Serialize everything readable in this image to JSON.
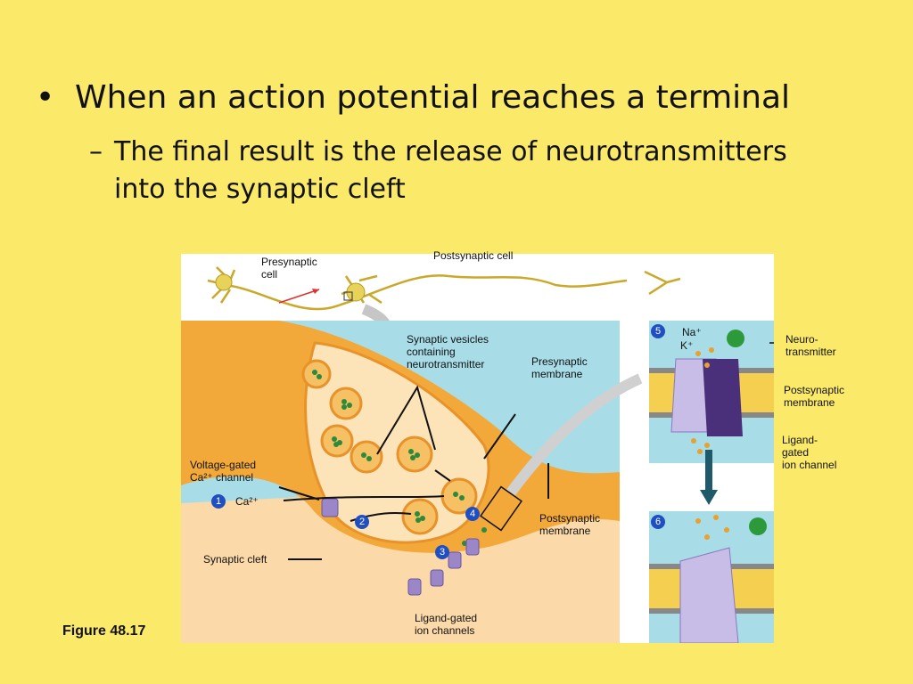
{
  "slide": {
    "bullet_marker": "•",
    "bullet": "When an action potential reaches a terminal",
    "sub_marker": "–",
    "sub_bullet": "The final result is the release of neurotransmitters into the synaptic cleft"
  },
  "figure": {
    "caption": "Figure 48.17",
    "labels": {
      "presynaptic_cell": "Presynaptic\ncell",
      "postsynaptic_cell": "Postsynaptic cell",
      "synaptic_vesicles": "Synaptic vesicles\ncontaining\nneurotransmitter",
      "presynaptic_membrane": "Presynaptic\nmembrane",
      "voltage_gated": "Voltage-gated\nCa²⁺ channel",
      "ca": "Ca²⁺",
      "synaptic_cleft": "Synaptic cleft",
      "postsynaptic_membrane": "Postsynaptic\nmembrane",
      "ligand_gated_channels": "Ligand-gated\nion channels",
      "na": "Na⁺",
      "k": "K⁺",
      "neurotransmitter": "Neuro-\ntransmitter",
      "postsynaptic_membrane_right": "Postsynaptic\nmembrane",
      "ligand_gated_channel": "Ligand-\ngated\nion channel"
    },
    "steps": [
      "1",
      "2",
      "3",
      "4",
      "5",
      "6"
    ]
  }
}
